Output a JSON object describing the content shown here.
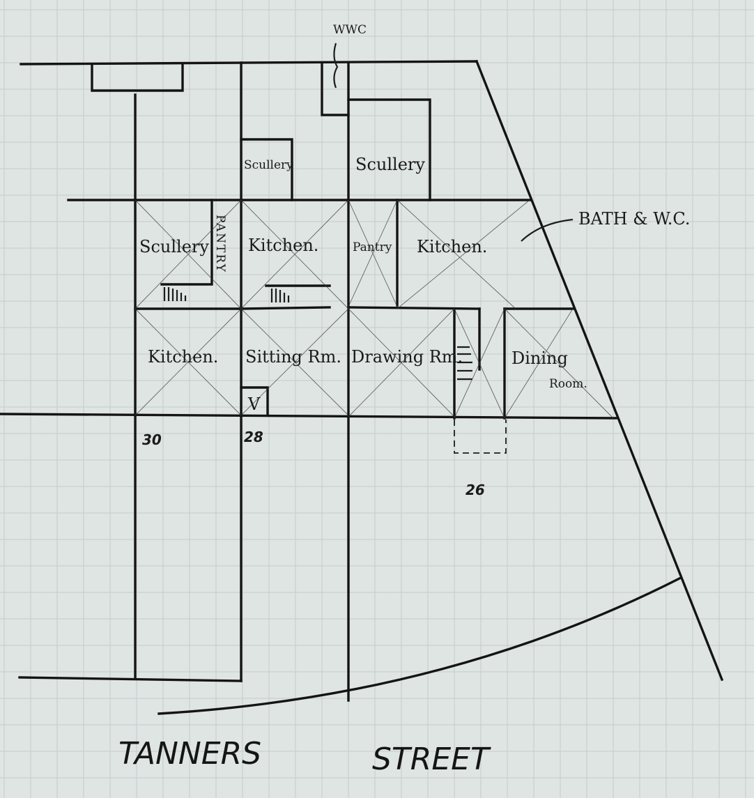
{
  "labels": {
    "wwc": "WWC",
    "bath_wc": "BATH & W.C.",
    "scullery_28_rear": "Scullery",
    "scullery_26_rear": "Scullery",
    "scullery_30": "Scullery",
    "pantry_30": "PANTRY",
    "kitchen_28": "Kitchen.",
    "pantry_26": "Pantry",
    "kitchen_26": "Kitchen.",
    "kitchen_30": "Kitchen.",
    "sitting_room": "Sitting Rm.",
    "drawing_room": "Drawing Rm.",
    "dining": "Dining",
    "room": "Room.",
    "v_mark": "V"
  },
  "house_numbers": {
    "n30": "30",
    "n28": "28",
    "n26": "26"
  },
  "street": {
    "word1": "TANNERS",
    "word2": "STREET"
  },
  "colors": {
    "paper": "#dfe5e3",
    "grid": "#c4cccb",
    "ink": "#141414"
  }
}
